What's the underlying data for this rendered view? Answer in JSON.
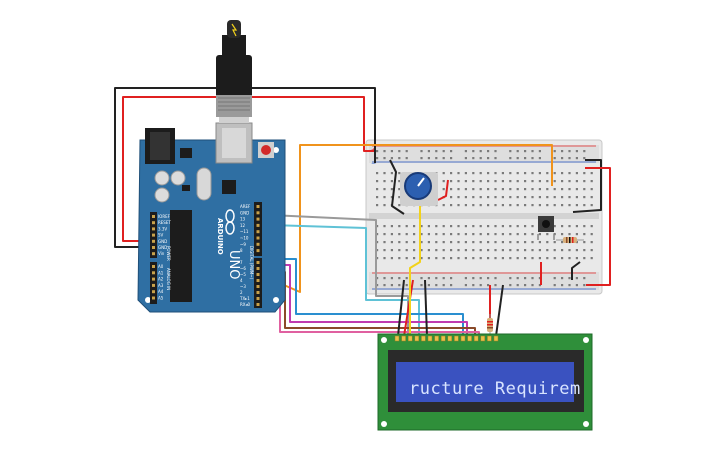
{
  "colors": {
    "arduino_board": "#2f6fa3",
    "lcd_pcb": "#2f8f3a",
    "lcd_screen": "#3a52c0",
    "breadboard": "#e9e9e9",
    "wire_red": "#e02020",
    "wire_black": "#222222",
    "wire_orange": "#f0931c",
    "wire_yellow": "#f2d21b",
    "wire_gray": "#9a9a9a",
    "wire_cyan": "#5fc2d6",
    "wire_blue": "#2a8fd0",
    "wire_magenta": "#c03ab0",
    "wire_brown": "#8a4a2a",
    "wire_pink": "#e060a0"
  },
  "arduino": {
    "brand_label": "ARDUINO",
    "model_label": "UNO",
    "digital_label": "DIGITAL (PWM~)",
    "power_label": "POWER",
    "analog_label": "ANALOG IN",
    "pin_labels_digital": [
      "AREF",
      "GND",
      "13",
      "12",
      "~11",
      "~10",
      "~9",
      "8",
      "7",
      "~6",
      "~5",
      "4",
      "~3",
      "2",
      "TX▸1",
      "RX◂0"
    ],
    "pin_labels_power": [
      "IOREF",
      "RESET",
      "3.3V",
      "5V",
      "GND",
      "GND",
      "Vin"
    ],
    "pin_labels_analog": [
      "A0",
      "A1",
      "A2",
      "A3",
      "A4",
      "A5"
    ],
    "icons": [
      "usb-connector-icon",
      "dc-jack-icon",
      "reset-button-icon",
      "arduino-logo-icon"
    ]
  },
  "lcd": {
    "display_text": "ructure Requirem"
  },
  "components": {
    "potentiometer": "potentiometer-icon",
    "pushbutton": "pushbutton-icon",
    "resistors": [
      "resistor-icon",
      "resistor-icon"
    ]
  },
  "breadboard": {
    "rail_plus": "+",
    "rail_minus": "−"
  }
}
